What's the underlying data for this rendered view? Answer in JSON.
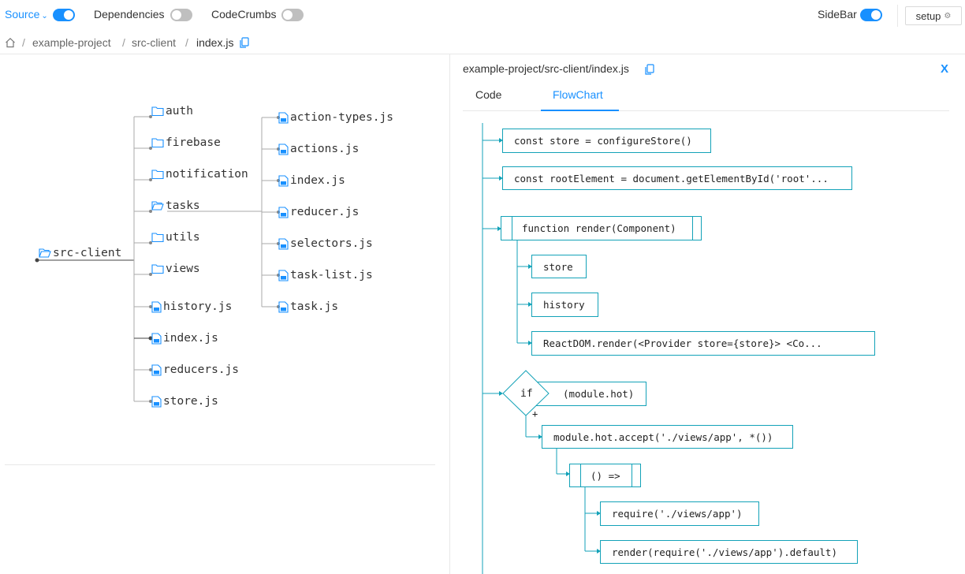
{
  "topbar": {
    "source_label": "Source",
    "source_on": true,
    "dependencies_label": "Dependencies",
    "dependencies_on": false,
    "codecrumbs_label": "CodeCrumbs",
    "codecrumbs_on": false,
    "sidebar_label": "SideBar",
    "sidebar_on": true,
    "setup_label": "setup"
  },
  "breadcrumb": {
    "items": [
      "example-project",
      "src-client",
      "index.js"
    ],
    "separator": "/"
  },
  "tree": {
    "root": "src-client",
    "children": [
      {
        "name": "auth",
        "type": "folder"
      },
      {
        "name": "firebase",
        "type": "folder"
      },
      {
        "name": "notification",
        "type": "folder"
      },
      {
        "name": "tasks",
        "type": "folder"
      },
      {
        "name": "utils",
        "type": "folder"
      },
      {
        "name": "views",
        "type": "folder"
      },
      {
        "name": "history.js",
        "type": "file"
      },
      {
        "name": "index.js",
        "type": "file"
      },
      {
        "name": "reducers.js",
        "type": "file"
      },
      {
        "name": "store.js",
        "type": "file"
      }
    ],
    "tasks_children": [
      "action-types.js",
      "actions.js",
      "index.js",
      "reducer.js",
      "selectors.js",
      "task-list.js",
      "task.js"
    ]
  },
  "panel": {
    "path": "example-project/src-client/index.js",
    "close_label": "X",
    "tabs": [
      "Code",
      "FlowChart"
    ],
    "active_tab": "FlowChart"
  },
  "flowchart": {
    "nodes": [
      "const store = configureStore()",
      "const rootElement = document.getElementById('root'...",
      "function render(Component)",
      "store",
      "history",
      "ReactDOM.render(<Provider store={store}> <Co...",
      "if",
      "(module.hot)",
      "+",
      "module.hot.accept('./views/app', *())",
      "() =>",
      "require('./views/app')",
      "render(require('./views/app').default)"
    ]
  },
  "colors": {
    "accent": "#1890ff",
    "flow_line": "#13a2b8",
    "toggle_off": "#bfbfbf"
  }
}
